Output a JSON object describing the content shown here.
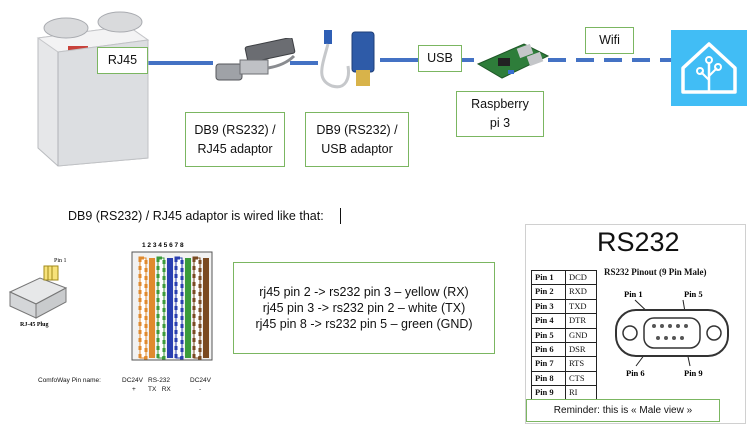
{
  "connection_labels": {
    "rj45": "RJ45",
    "usb": "USB",
    "wifi": "Wifi"
  },
  "device_labels": {
    "db9_rj45_adaptor": "DB9 (RS232) /\nRJ45 adaptor",
    "db9_usb_adaptor": "DB9 (RS232) /\nUSB adaptor",
    "raspberry_pi": "Raspberry\npi 3"
  },
  "wiring_heading": "DB9 (RS232) / RJ45 adaptor is wired like that:",
  "rj45_plug": {
    "pin_label": "Pin 1",
    "caption": "RJ-45 Plug"
  },
  "rj45_pinout": {
    "pin_numbers": "1 2 3 4 5 6 7 8",
    "row_label": "ComfoWay Pin name:",
    "left_group": "DC24V",
    "left_sign": "+",
    "middle_group": "RS-232",
    "middle_pins": "TX   RX",
    "right_group": "DC24V",
    "right_sign": "-"
  },
  "wiring_notes": [
    "rj45 pin 2 -> rs232 pin 3 – yellow (RX)",
    "rj45 pin 3 -> rs232 pin 2 – white (TX)",
    "rj45 pin 8 -> rs232 pin 5 – green (GND)"
  ],
  "rs232": {
    "title": "RS232",
    "subtitle": "RS232 Pinout (9 Pin Male)",
    "pins": [
      {
        "pin": "Pin 1",
        "signal": "DCD"
      },
      {
        "pin": "Pin 2",
        "signal": "RXD"
      },
      {
        "pin": "Pin 3",
        "signal": "TXD"
      },
      {
        "pin": "Pin 4",
        "signal": "DTR"
      },
      {
        "pin": "Pin 5",
        "signal": "GND"
      },
      {
        "pin": "Pin 6",
        "signal": "DSR"
      },
      {
        "pin": "Pin 7",
        "signal": "RTS"
      },
      {
        "pin": "Pin 8",
        "signal": "CTS"
      },
      {
        "pin": "Pin 9",
        "signal": "RI"
      }
    ],
    "connector_labels": {
      "pin1": "Pin 1",
      "pin5": "Pin 5",
      "pin6": "Pin 6",
      "pin9": "Pin 9"
    },
    "reminder": "Reminder: this is « Male view »"
  },
  "colors": {
    "connection_line": "#4472c4",
    "box_border": "#7bb661",
    "home_assistant": "#41bdf5"
  }
}
